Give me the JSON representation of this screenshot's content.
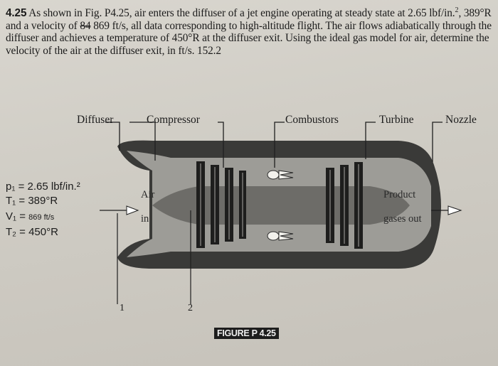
{
  "problem": {
    "number": "4.25",
    "text_1": " As shown in Fig. P4.25, air enters the diffuser of a jet engine operating at steady state at 2.65 lbf/in.",
    "text_2": ", 389°R and a velocity of ",
    "struck": "84",
    "text_3": " 869 ft/s, all data corresponding to high-altitude flight. The air flows adiabatically through the diffuser and achieves a temperature of 450°R at the diffuser exit. Using the ideal gas model for air, determine the velocity of the air at the diffuser exit, in ft/s. 152.2"
  },
  "figure": {
    "labels": {
      "diffuser": "Diffuser",
      "compressor": "Compressor",
      "combustors": "Combustors",
      "turbine": "Turbine",
      "nozzle": "Nozzle"
    },
    "state": {
      "p1": "p₁ = 2.65 lbf/in.²",
      "t1": "T₁ = 389°R",
      "v1_prefix": "V₁ = ",
      "v1_value": "869 ft/s",
      "t2": "T₂ = 450°R"
    },
    "air_in_1": "Air",
    "air_in_2": "in",
    "product_1": "Product",
    "product_2": "gases out",
    "station_1": "1",
    "station_2": "2",
    "caption": "FIGURE P 4.25"
  },
  "colors": {
    "casing": "#2b2b2b",
    "inner": "#9a9a96",
    "core": "#6f6f6c",
    "paper": "#d6d3cc"
  }
}
